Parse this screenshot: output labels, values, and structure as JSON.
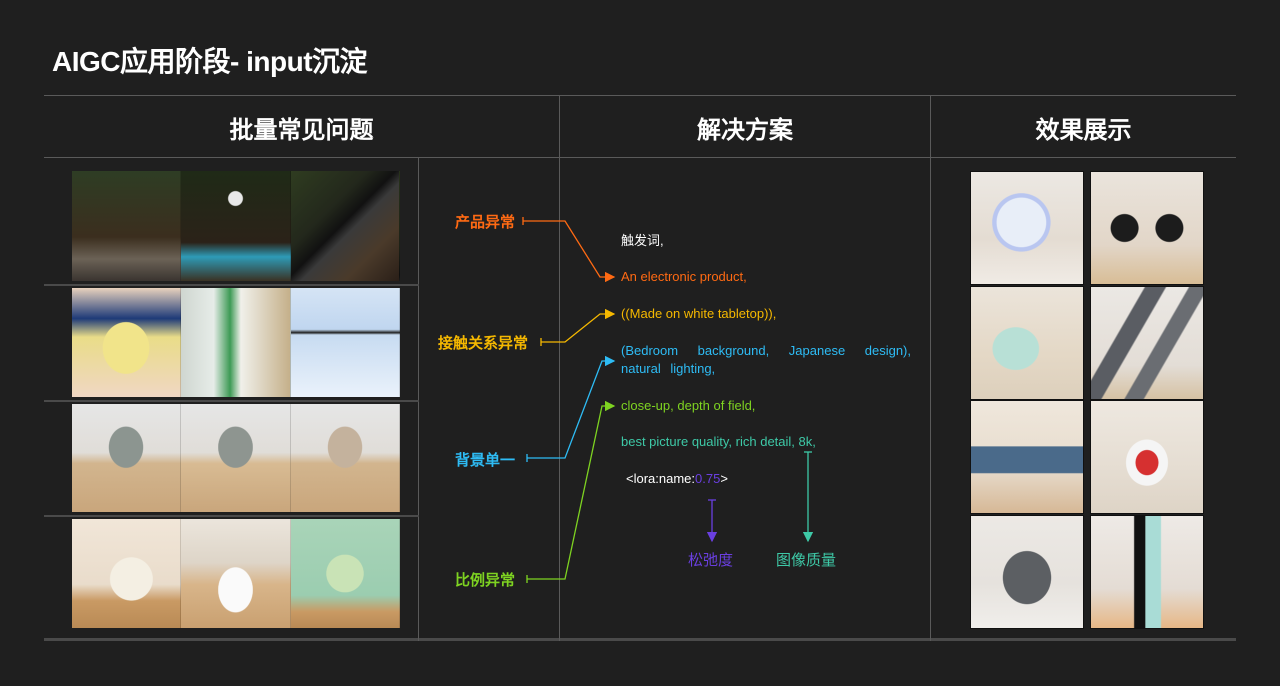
{
  "page": {
    "title": "AIGC应用阶段- input沉淀"
  },
  "columns": {
    "problems": "批量常见问题",
    "solution": "解决方案",
    "results": "效果展示"
  },
  "colors": {
    "background": "#1f1f1f",
    "divider": "#5a5a5a",
    "product_issue": "#ff6a13",
    "contact_issue": "#f5b800",
    "background_issue": "#2ebcf5",
    "ratio_issue": "#7ed321",
    "quality": "#3ec9a7",
    "lora_weight": "#6a3fe0"
  },
  "problems": [
    {
      "label": "产品异常",
      "color": "#ff6a13",
      "images": [
        "forest-bow-sneakers",
        "forest-badminton-racket-sneakers",
        "forest-flashlight-rock"
      ]
    },
    {
      "label": "接触关系异常",
      "color": "#f5b800",
      "images": [
        "vaseline-jar",
        "water-bottle-box",
        "monitor-arm-stand"
      ]
    },
    {
      "label": "背景单一",
      "color": "#2ebcf5",
      "images": [
        "humidifier-grey-sand",
        "humidifier-grey-beige-sand",
        "humidifier-beige-sand"
      ]
    },
    {
      "label": "比例异常",
      "color": "#7ed321",
      "images": [
        "soymilk-maker-kitchen",
        "white-slippers-floor",
        "green-thermos-kitchen"
      ]
    }
  ],
  "solution": {
    "trigger_label": "触发词,",
    "lines": [
      {
        "text": "An electronic product,",
        "color": "#ff6a13"
      },
      {
        "text": "((Made on white tabletop)),",
        "color": "#f5b800"
      },
      {
        "text": "(Bedroom background, Japanese design), natural lighting,",
        "color": "#2ebcf5"
      },
      {
        "text": "close-up, depth of field,",
        "color": "#7ed321"
      },
      {
        "text": "best picture quality, rich detail, 8k,",
        "color": "#3ec9a7"
      }
    ],
    "lora": {
      "prefix": "<lora:name:",
      "weight": "0.75",
      "suffix": ">"
    },
    "annotations": {
      "lora_weight": "松弛度",
      "quality": "图像质量"
    }
  },
  "results": {
    "images": [
      "white-pc-case-rgb",
      "black-earbuds",
      "mint-stand-mixer",
      "usb-flash-drives",
      "smart-display-camera",
      "flash-drive-box-red",
      "media-converter-switch",
      "translation-pen-teal"
    ]
  }
}
